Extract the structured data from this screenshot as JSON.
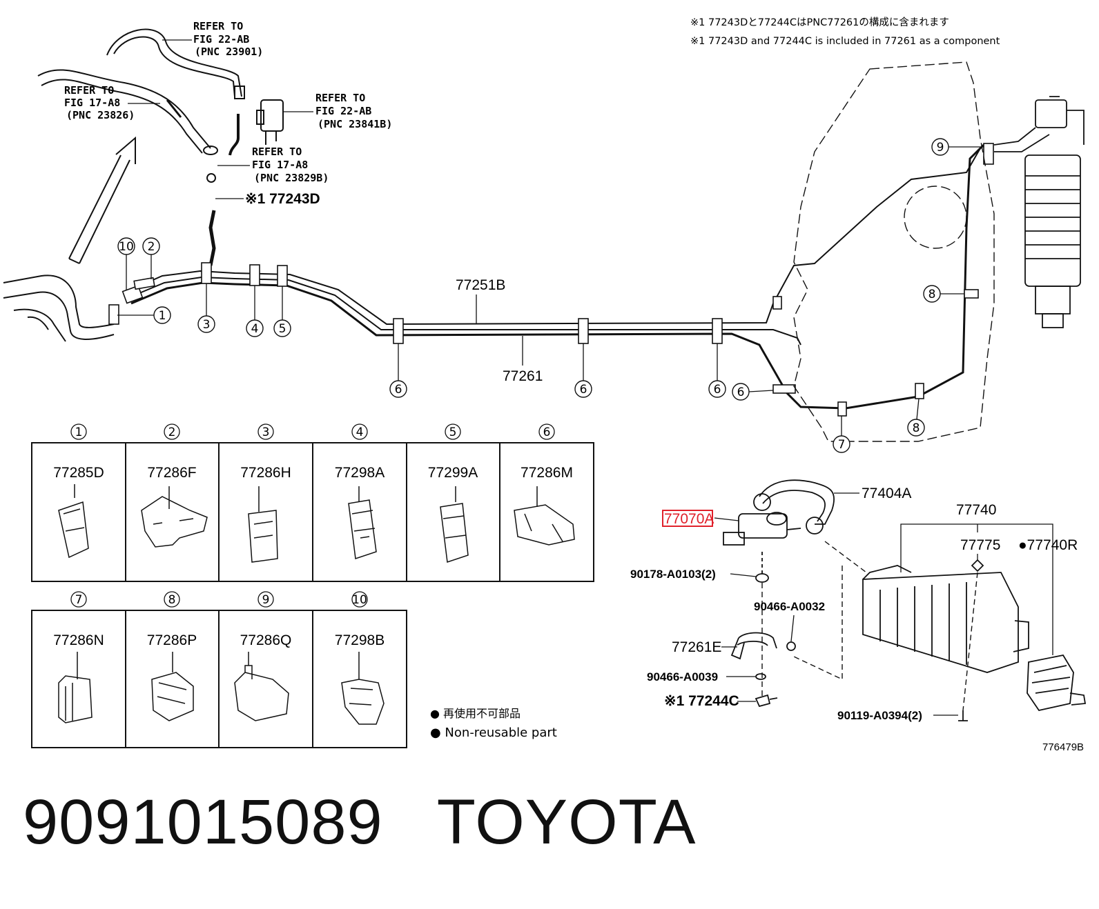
{
  "notes": {
    "jp": "※1 77243Dと77244CはPNC77261の構成に含まれます",
    "en": "※1 77243D and 77244C is included in 77261 as a component"
  },
  "refers": [
    {
      "line1": "REFER TO",
      "line2": "FIG 22-AB",
      "line3": "(PNC 23901)"
    },
    {
      "line1": "REFER TO",
      "line2": "FIG 17-A8",
      "line3": "(PNC 23826)"
    },
    {
      "line1": "REFER TO",
      "line2": "FIG 22-AB",
      "line3": "(PNC 23841B)"
    },
    {
      "line1": "REFER TO",
      "line2": "FIG 17-A8",
      "line3": "(PNC 23829B)"
    }
  ],
  "parts": {
    "p77243D": "※1 77243D",
    "p77251B": "77251B",
    "p77261": "77261",
    "p77404A": "77404A",
    "p77070A": "77070A",
    "p77740": "77740",
    "p77775": "77775",
    "p77740R": "●77740R",
    "p90178": "90178-A0103(2)",
    "p90466a": "90466-A0032",
    "p77261E": "77261E",
    "p90466b": "90466-A0039",
    "p77244C": "※1 77244C",
    "p90119": "90119-A0394(2)"
  },
  "callouts": {
    "c1": "1",
    "c2": "2",
    "c3": "3",
    "c4": "4",
    "c5": "5",
    "c6": "6",
    "c7": "7",
    "c8": "8",
    "c9": "9",
    "c10": "10"
  },
  "clip_table_row1": [
    {
      "num": "1",
      "part": "77285D"
    },
    {
      "num": "2",
      "part": "77286F"
    },
    {
      "num": "3",
      "part": "77286H"
    },
    {
      "num": "4",
      "part": "77298A"
    },
    {
      "num": "5",
      "part": "77299A"
    },
    {
      "num": "6",
      "part": "77286M"
    }
  ],
  "clip_table_row2": [
    {
      "num": "7",
      "part": "77286N"
    },
    {
      "num": "8",
      "part": "77286P"
    },
    {
      "num": "9",
      "part": "77286Q"
    },
    {
      "num": "10",
      "part": "77298B"
    }
  ],
  "legend": {
    "jp": "● 再使用不可部品",
    "en": "● Non-reusable part"
  },
  "figure_id": "776479B",
  "footer": {
    "part_number": "9091015089",
    "brand": "TOYOTA"
  },
  "colors": {
    "highlight": "#e0202a",
    "line": "#111111"
  }
}
